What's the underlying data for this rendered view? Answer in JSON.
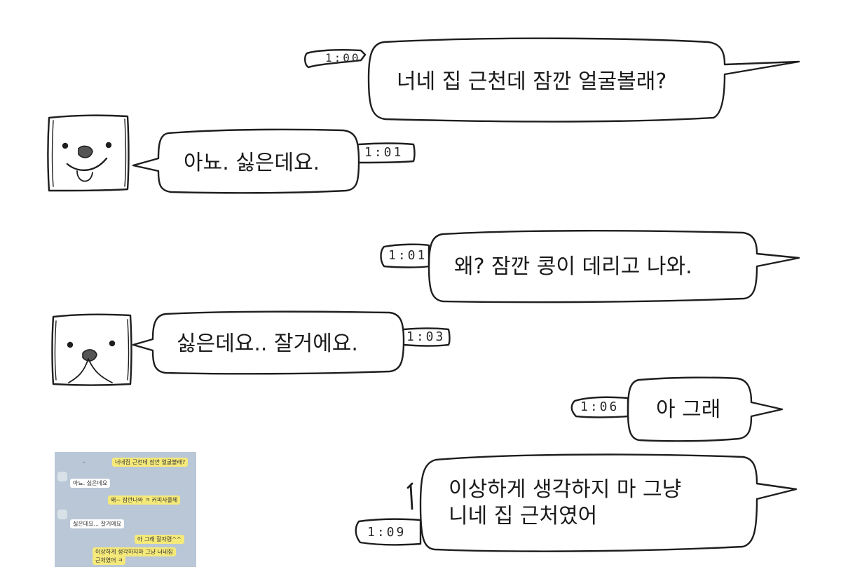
{
  "messages": [
    {
      "sender": "me",
      "text": "너네 집 근천데 잠깐 얼굴볼래?",
      "time": "1:00"
    },
    {
      "sender": "other",
      "text": "아뇨. 싫은데요.",
      "time": "1:01"
    },
    {
      "sender": "me",
      "text": "왜? 잠깐 콩이 데리고 나와.",
      "time": "1:01"
    },
    {
      "sender": "other",
      "text": "싫은데요.. 잘거에요.",
      "time": "1:03"
    },
    {
      "sender": "me",
      "text": "아 그래",
      "time": "1:06"
    },
    {
      "sender": "me",
      "text_line1": "이상하게 생각하지 마 그냥",
      "text_line2": "니네 집 근처였어",
      "time": "1:09"
    }
  ],
  "thumbnail": {
    "msg1": "너네집 근천데 잠깐 얼굴볼래?",
    "msg2": "아뇨. 싫은데요",
    "msg3": "왜~ 잠깐나와 ㅋ 커피사줄께",
    "msg4": "싫은데요... 잘거에요",
    "msg5": "아 그래 잘자렴^^",
    "msg6a": "이상하게 생각하지마 그냥 너네집",
    "msg6b": "근처였어 ㅋ"
  }
}
